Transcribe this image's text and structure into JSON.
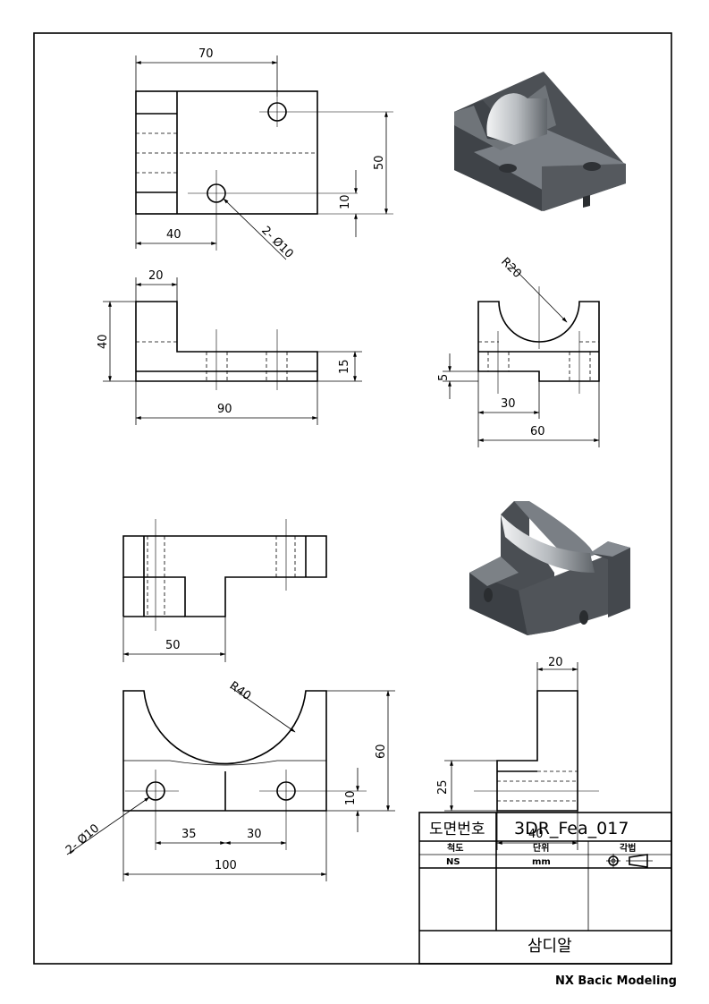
{
  "dimensions": {
    "top_view": {
      "width": "70",
      "height": "50",
      "hole_offset": "10",
      "hole_x": "40",
      "holes": "2- Ø10"
    },
    "front_view": {
      "left_block": "20",
      "height": "40",
      "base": "15",
      "length": "90"
    },
    "side_view": {
      "radius": "R20",
      "slot": "5",
      "offset": "30",
      "width": "60"
    },
    "lower_top_view": {
      "width": "50"
    },
    "lower_front_view": {
      "radius": "R40",
      "height": "60",
      "hole_offset": "10",
      "holes": "2- Ø10",
      "d1": "35",
      "d2": "30",
      "length": "100"
    },
    "lower_side_view": {
      "top": "20",
      "height": "25",
      "width": "40"
    }
  },
  "title_block": {
    "drawing_no_label": "도면번호",
    "drawing_no": "3DR_Fea_017",
    "scale_label": "척도",
    "unit_label": "단위",
    "projection_label": "각법",
    "scale": "NS",
    "unit": "mm",
    "title": "삼디알"
  },
  "footer": "NX Bacic Modeling",
  "colors": {
    "line": "#000000",
    "model_face": "#5a5e62",
    "model_top": "#7d8287",
    "model_light": "#c9ccd0"
  }
}
